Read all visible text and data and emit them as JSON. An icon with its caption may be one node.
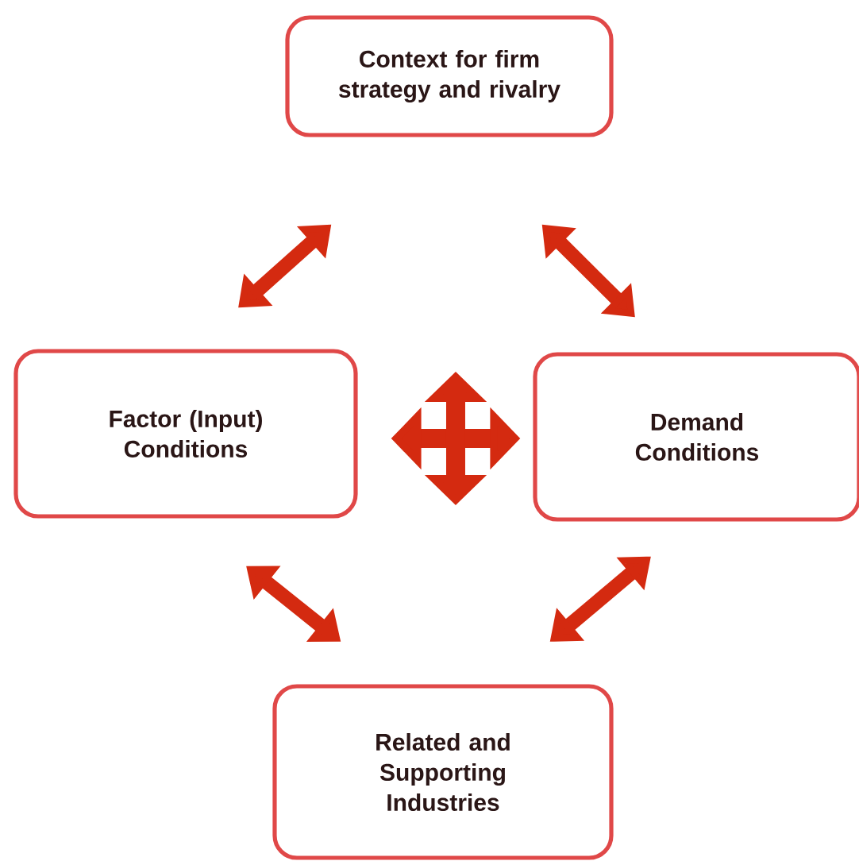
{
  "diagram": {
    "nodes": [
      {
        "text": [
          "Context for firm strategy and rivalry"
        ]
      },
      {
        "text": [
          "Factor (Input) Conditions"
        ]
      },
      {
        "text": [
          "Demand Conditions"
        ]
      },
      {
        "text": [
          "Related and Supporting Industries"
        ]
      }
    ],
    "edges": [
      {
        "from": 0,
        "to": 1,
        "arrow": "both"
      },
      {
        "from": 0,
        "to": 2,
        "arrow": "both"
      },
      {
        "from": 1,
        "to": 3,
        "arrow": "both"
      },
      {
        "from": 2,
        "to": 3,
        "arrow": "both"
      },
      {
        "from": 1,
        "to": 2,
        "arrow": "both"
      }
    ]
  }
}
